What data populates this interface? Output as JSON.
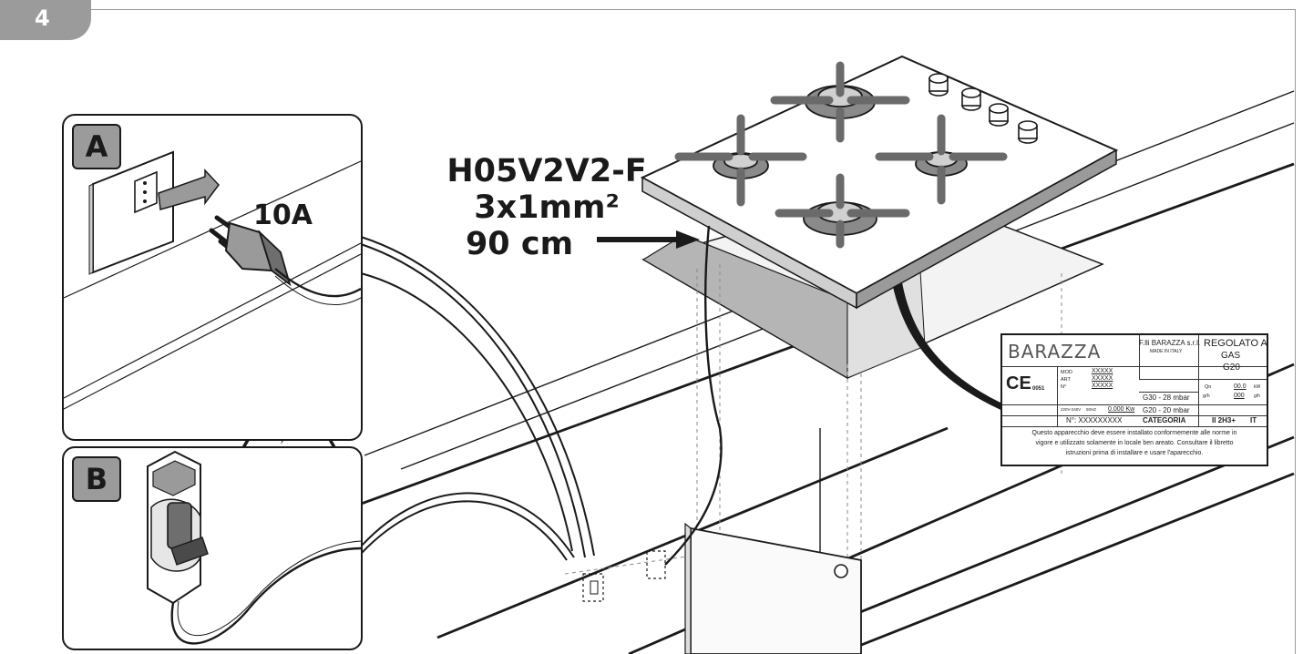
{
  "step": {
    "number": "4"
  },
  "panel_a": {
    "badge": "A",
    "amperage": "10A"
  },
  "panel_b": {
    "badge": "B"
  },
  "cable_spec": {
    "line1": "H05V2V2-F",
    "line2": "3x1mm²",
    "line3": "90 cm"
  },
  "rating_plate": {
    "brand": "BARAZZA",
    "company": "F.lli BARAZZA s.r.l.",
    "made_in": "MADE IN ITALY",
    "regulated_line1": "REGOLATO A",
    "regulated_line2": "GAS",
    "regulated_line3": "G20",
    "ce_mark": "CE",
    "ce_number": "0051",
    "mod_label": "MOD",
    "art_label": "ART",
    "n_label": "N°",
    "mod_value": "XXXXX",
    "art_value": "XXXXX",
    "n_value": "XXXXX",
    "gas_g30": "G30 - 28 mbar",
    "gas_g20": "G20 - 20 mbar",
    "qn_label": "Qn",
    "gh_label": "g/h",
    "kw_value": "00.0",
    "kw_unit": "kW",
    "gh_value": "000",
    "gh_unit": "g/h",
    "voltage": "220V-240V",
    "frequency": "50HZ",
    "power": "0.000 Kw",
    "serial": "N°: XXXXXXXXX",
    "category_label": "CATEGORIA",
    "category_value": "II 2H3+",
    "country": "IT",
    "notice_line1": "Questo apparecchio deve essere installato conformemente alle norme in",
    "notice_line2": "vigore e utilizzato solamente in locale ben areato. Consultare il libretto",
    "notice_line3": "istruzioni prima di installare e usare l'aparecchio."
  }
}
